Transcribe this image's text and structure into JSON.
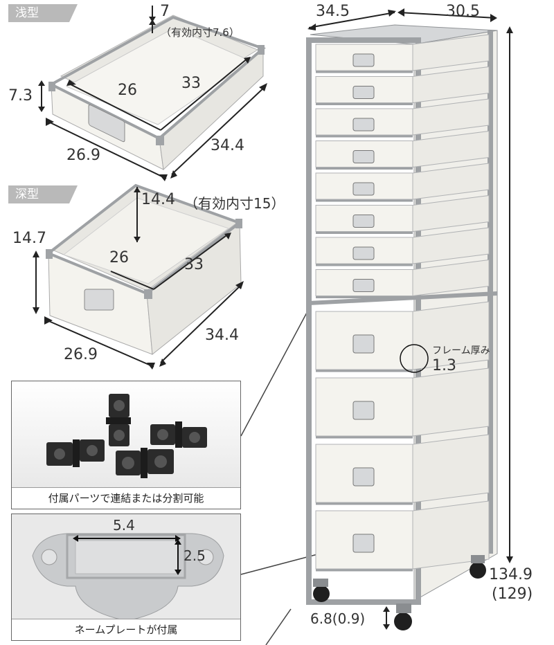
{
  "shallow": {
    "tag": "浅型",
    "height_inner": "7",
    "height_inner_note": "（有効内寸7.6）",
    "height_outer": "7.3",
    "inner_width": "26",
    "inner_depth": "33",
    "outer_width": "26.9",
    "outer_depth": "34.4"
  },
  "deep": {
    "tag": "深型",
    "height_inner": "14.4",
    "height_inner_note": "（有効内寸15）",
    "height_outer": "14.7",
    "inner_width": "26",
    "inner_depth": "33",
    "outer_width": "26.9",
    "outer_depth": "34.4"
  },
  "cabinet": {
    "width": "34.5",
    "depth": "30.5",
    "height": "134.9",
    "height_note": "(129)",
    "frame_label": "フレーム厚み",
    "frame_value": "1.3",
    "caster_height": "6.8(0.9)"
  },
  "parts_photo": {
    "caption": "付属パーツで連結または分割可能"
  },
  "plate_photo": {
    "caption": "ネームプレートが付属",
    "width": "5.4",
    "height": "2.5"
  },
  "colors": {
    "frame": "#9ea1a4",
    "box": "#f2f1ec",
    "tag_bg": "#b9b9b9"
  }
}
